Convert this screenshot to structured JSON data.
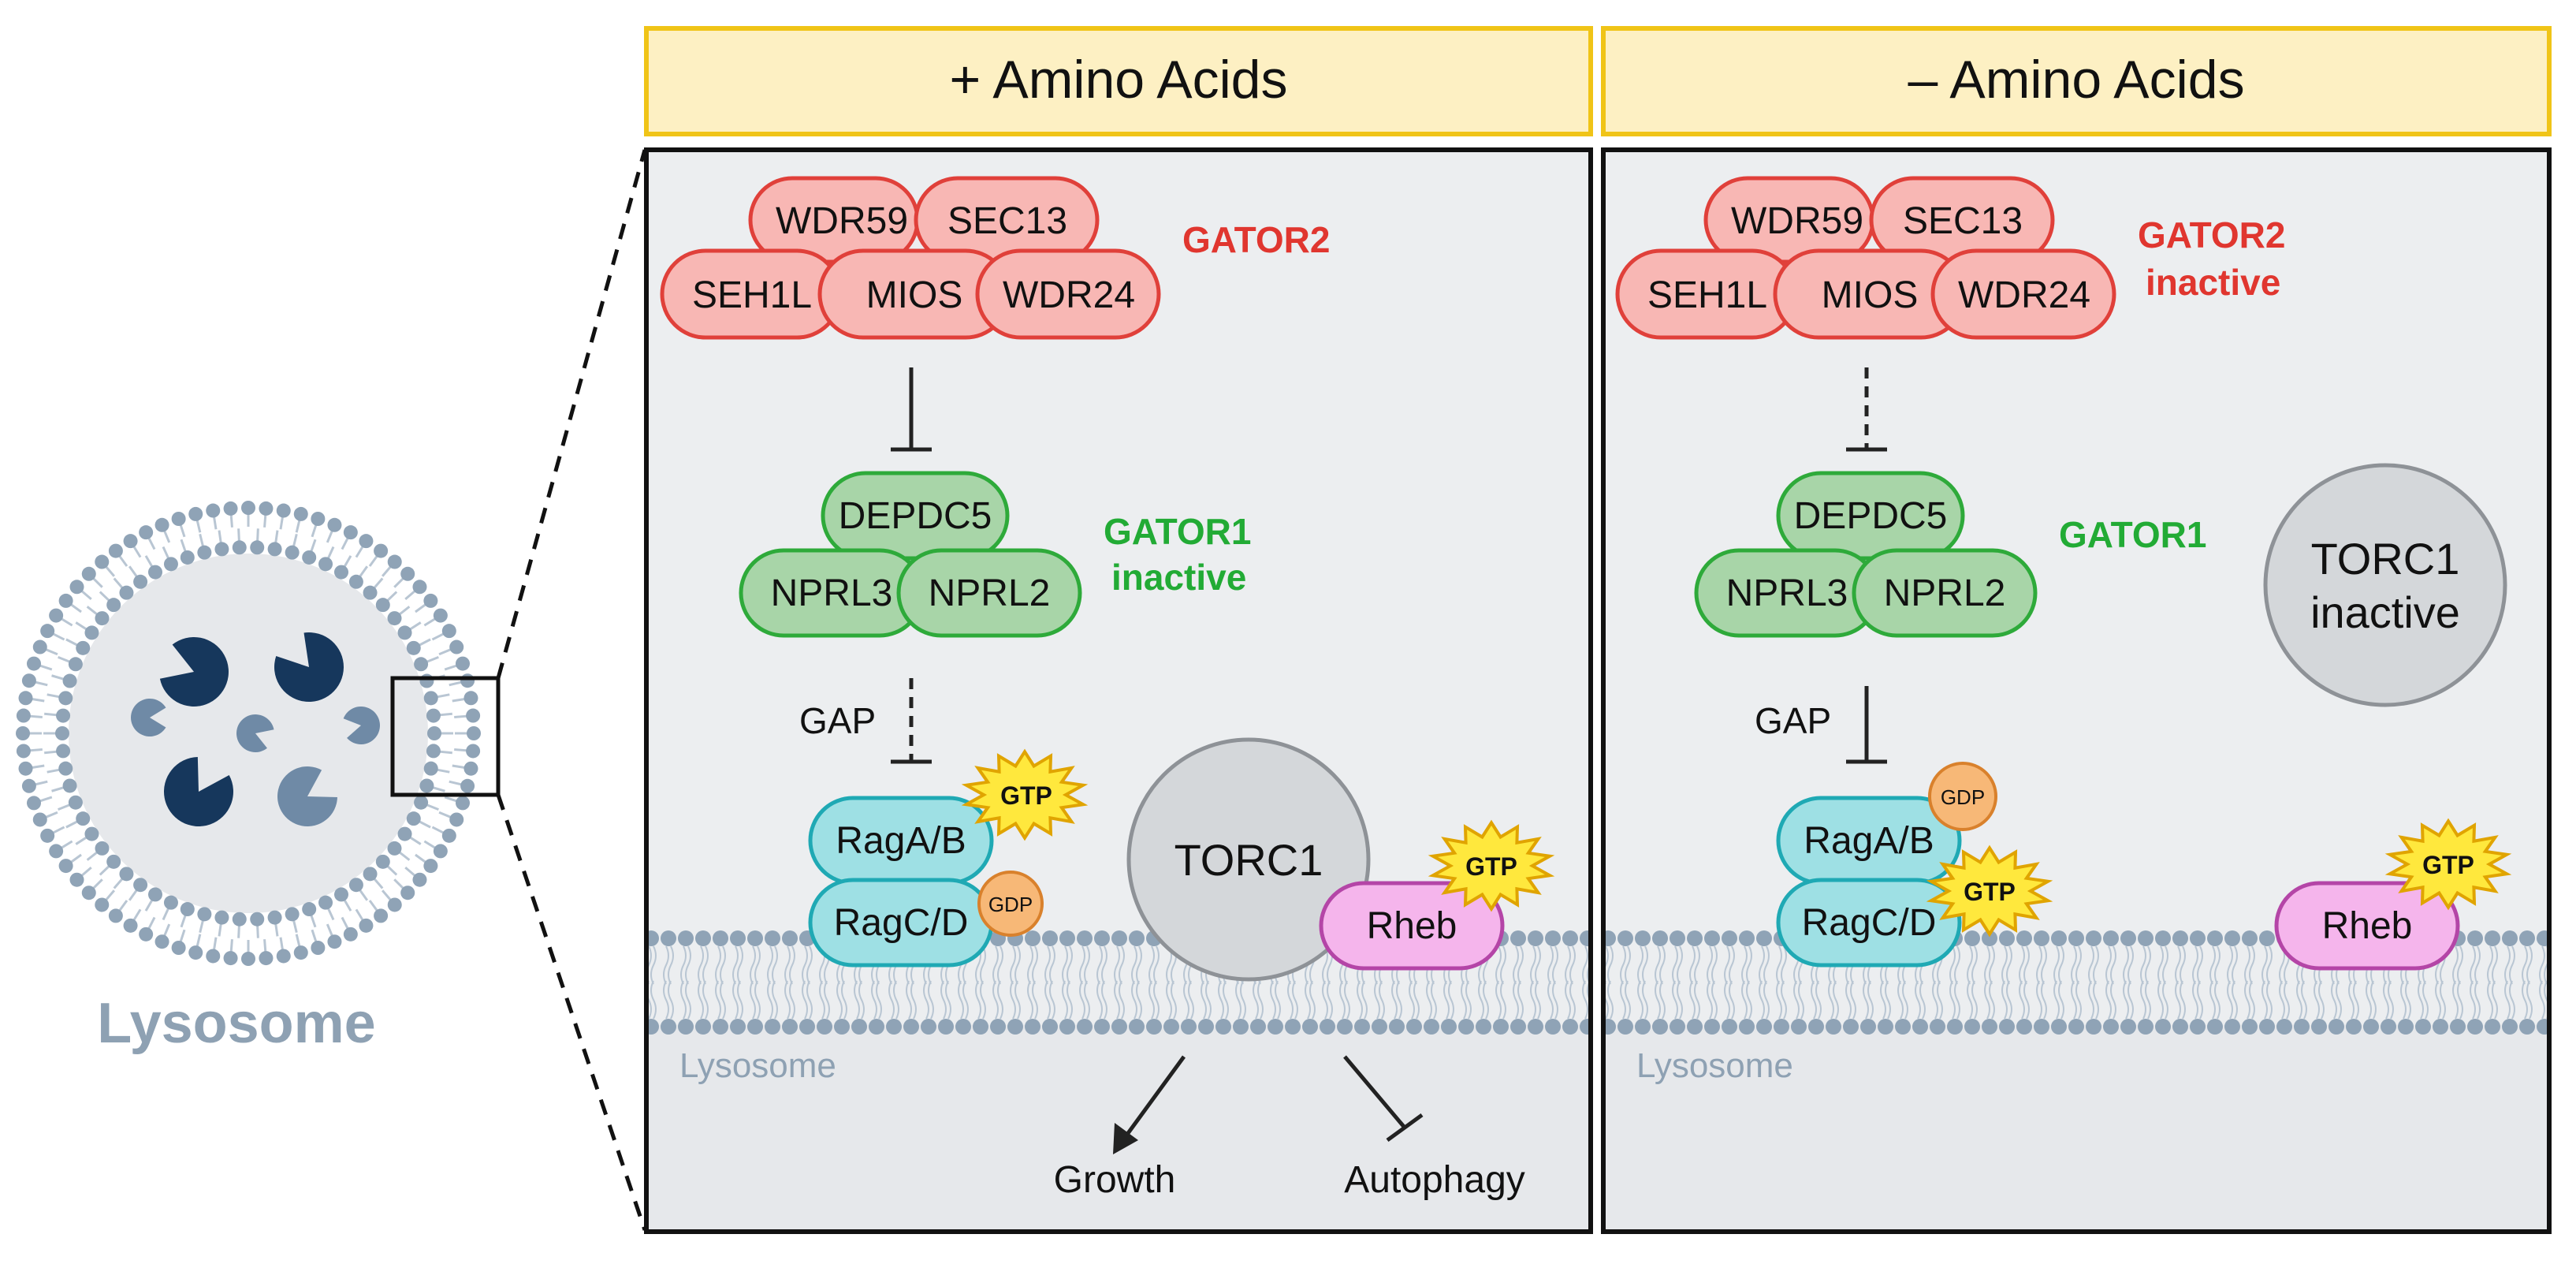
{
  "header": {
    "plus_title": "+ Amino Acids",
    "minus_title": "– Amino Acids"
  },
  "overview": {
    "lysosome_label": "Lysosome"
  },
  "plus_panel": {
    "gator2_proteins": [
      "WDR59",
      "SEC13",
      "SEH1L",
      "MIOS",
      "WDR24"
    ],
    "gator2_label": "GATOR2",
    "gator1_proteins": [
      "DEPDC5",
      "NPRL3",
      "NPRL2"
    ],
    "gator1_label_line1": "GATOR1",
    "gator1_label_line2": "inactive",
    "gap_label": "GAP",
    "raga_label": "RagA/B",
    "ragc_label": "RagC/D",
    "raga_nucleotide": "GTP",
    "ragc_nucleotide": "GDP",
    "torc1_label": "TORC1",
    "rheb_label": "Rheb",
    "rheb_nucleotide": "GTP",
    "membrane_label": "Lysosome",
    "growth_label": "Growth",
    "autophagy_label": "Autophagy"
  },
  "minus_panel": {
    "gator2_proteins": [
      "WDR59",
      "SEC13",
      "SEH1L",
      "MIOS",
      "WDR24"
    ],
    "gator2_label_line1": "GATOR2",
    "gator2_label_line2": "inactive",
    "gator1_proteins": [
      "DEPDC5",
      "NPRL3",
      "NPRL2"
    ],
    "gator1_label": "GATOR1",
    "torc1_label_line1": "TORC1",
    "torc1_label_line2": "inactive",
    "gap_label": "GAP",
    "raga_label": "RagA/B",
    "ragc_label": "RagC/D",
    "raga_nucleotide": "GDP",
    "ragc_nucleotide": "GTP",
    "rheb_label": "Rheb",
    "rheb_nucleotide": "GTP",
    "membrane_label": "Lysosome"
  },
  "colors": {
    "gator2_fill": "#f8b7b4",
    "gator2_stroke": "#e0403a",
    "gator2_text": "#e0362f",
    "gator1_fill": "#a8d5a8",
    "gator1_stroke": "#2eaa3a",
    "gator1_text": "#22ab35",
    "rag_fill": "#9ee0e4",
    "rag_stroke": "#1fa9b4",
    "rheb_fill": "#f5b5ec",
    "rheb_stroke": "#b445a7",
    "torc1_fill": "#d4d7da",
    "torc1_stroke": "#8e9297",
    "gtp_fill": "#ffe83d",
    "gtp_stroke": "#e0a400",
    "gdp_fill": "#f7b877",
    "gdp_stroke": "#d9812c",
    "membrane_head": "#8fa3b6",
    "lysosome_lumen": "#e6e8eb",
    "lysosome_text": "#8ea1b3",
    "enzyme_dark": "#16375c",
    "enzyme_light": "#6f8aa6",
    "header_fill": "#fdf0c3",
    "header_stroke": "#f0c417"
  }
}
